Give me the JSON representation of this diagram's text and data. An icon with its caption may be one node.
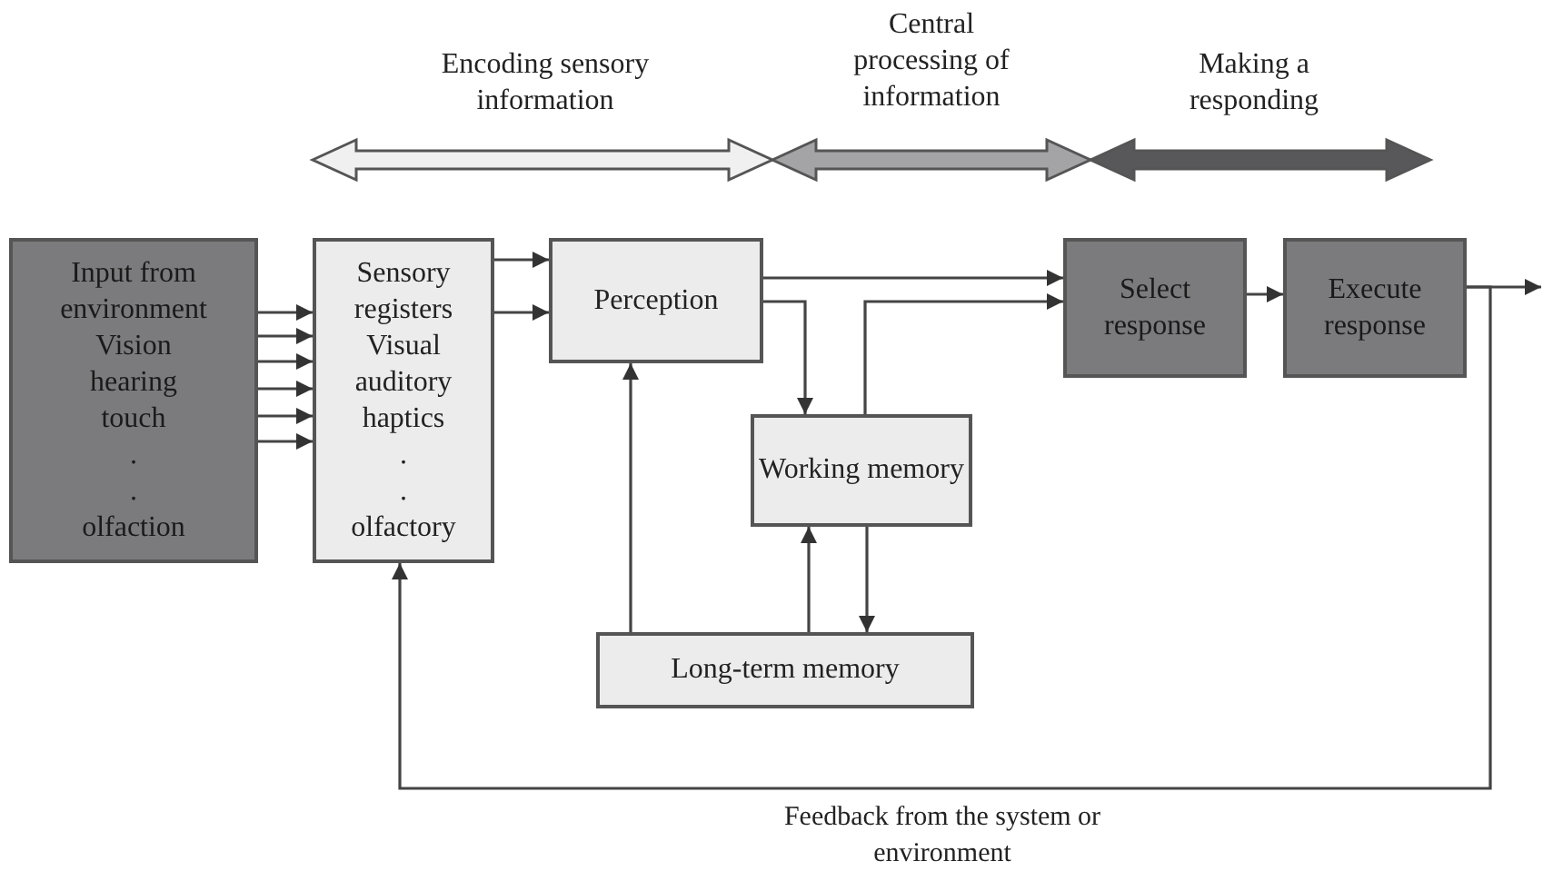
{
  "diagram": {
    "nodes": [
      {
        "text": [
          "Input from environment",
          "Vision",
          "hearing",
          "touch",
          ".",
          ".",
          "olfaction"
        ]
      },
      {
        "text": [
          "Sensory registers",
          "Visual",
          "auditory",
          "haptics",
          ".",
          ".",
          "olfactory"
        ]
      },
      {
        "text": [
          "Perception"
        ]
      },
      {
        "text": [
          "Working memory"
        ]
      },
      {
        "text": [
          "Long-term memory"
        ]
      },
      {
        "text": [
          "Select response"
        ]
      },
      {
        "text": [
          "Execute response"
        ]
      }
    ],
    "edges": [
      {
        "from": 0,
        "to": 1,
        "arrow": "to"
      },
      {
        "from": 0,
        "to": 1,
        "arrow": "to"
      },
      {
        "from": 0,
        "to": 1,
        "arrow": "to"
      },
      {
        "from": 0,
        "to": 1,
        "arrow": "to"
      },
      {
        "from": 0,
        "to": 1,
        "arrow": "to"
      },
      {
        "from": 0,
        "to": 1,
        "arrow": "to"
      },
      {
        "from": 1,
        "to": 2,
        "arrow": "to"
      },
      {
        "from": 1,
        "to": 2,
        "arrow": "to"
      },
      {
        "from": 2,
        "to": 5,
        "arrow": "to"
      },
      {
        "from": 2,
        "to": 3,
        "arrow": "to"
      },
      {
        "from": 3,
        "to": 5,
        "arrow": "to"
      },
      {
        "from": 4,
        "to": 2,
        "arrow": "to"
      },
      {
        "from": 4,
        "to": 3,
        "arrow": "to"
      },
      {
        "from": 3,
        "to": 4,
        "arrow": "to"
      },
      {
        "from": 5,
        "to": 6,
        "arrow": "to"
      },
      {
        "from": 6,
        "to": null,
        "arrow": "to"
      },
      {
        "from": 6,
        "to": 1,
        "arrow": "to",
        "label": "Feedback from the system or environment"
      }
    ],
    "labels": [
      "Encoding sensory information",
      "Central processing of information",
      "Making a responding"
    ]
  }
}
